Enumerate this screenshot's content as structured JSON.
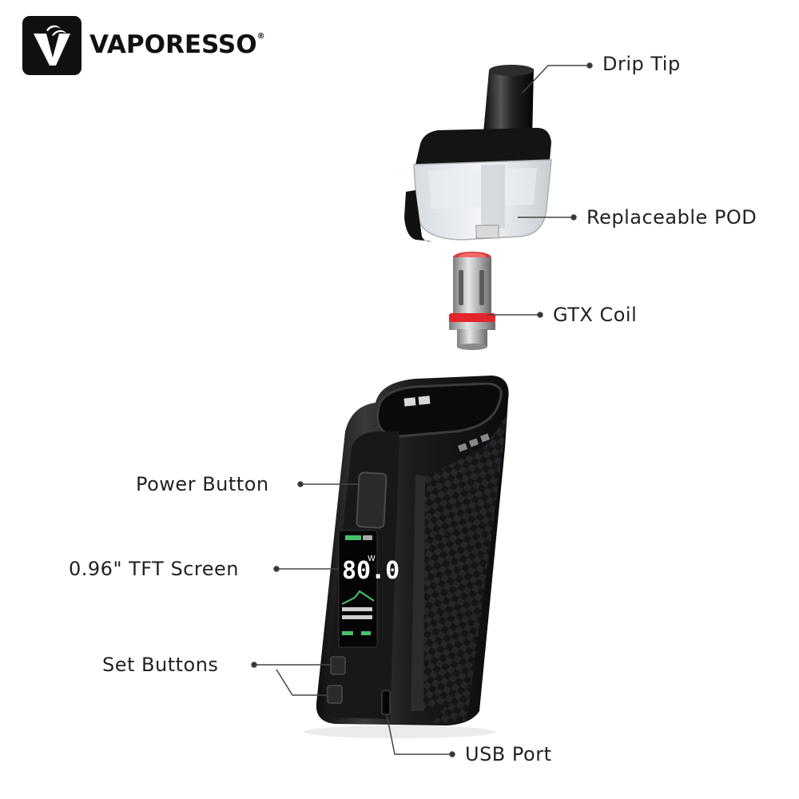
{
  "brand": {
    "name": "VAPORESSO",
    "mark": "®"
  },
  "callouts": {
    "drip_tip": "Drip Tip",
    "pod": "Replaceable POD",
    "coil": "GTX Coil",
    "power": "Power Button",
    "screen": "0.96\" TFT Screen",
    "set": "Set Buttons",
    "usb": "USB Port"
  },
  "screen_display": {
    "value": "80.0",
    "unit": "W"
  },
  "colors": {
    "device_body": "#1c1c1e",
    "accent_red": "#e2262b",
    "coil_metal": "#b8b8b8",
    "screen_green": "#48c26a"
  }
}
